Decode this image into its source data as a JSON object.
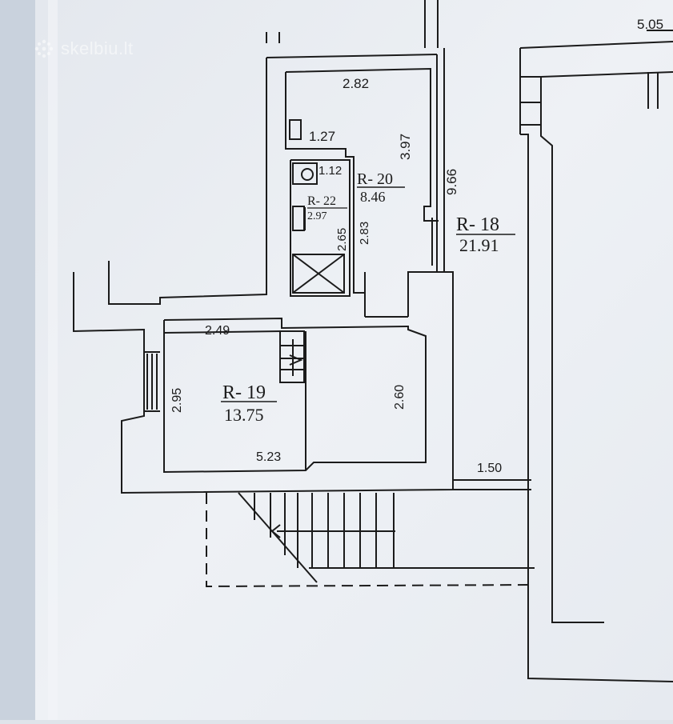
{
  "watermark": {
    "text": "skelbiu.lt",
    "icon": "skelbiu-logo-icon"
  },
  "colors": {
    "paper": "#e9edf2",
    "line": "#1b1b1b",
    "shadow": "#c7ced8"
  },
  "rooms": [
    {
      "id": "R- 18",
      "area": "21.91"
    },
    {
      "id": "R- 19",
      "area": "13.75"
    },
    {
      "id": "R- 20",
      "area": "8.46"
    },
    {
      "id": "R- 22",
      "area": "2.97"
    }
  ],
  "dimensions": {
    "top_right": "5.05",
    "r20_width": "2.82",
    "r20_nook": "1.27",
    "r20_height": "3.97",
    "r22_width": "1.12",
    "r22_depth": "2.65",
    "r20_small": "2.83",
    "corridor_length": "9.66",
    "r19_top": "2.49",
    "r19_left": "2.95",
    "r19_right": "2.60",
    "r19_bottom": "5.23",
    "passage_width": "1.50"
  }
}
